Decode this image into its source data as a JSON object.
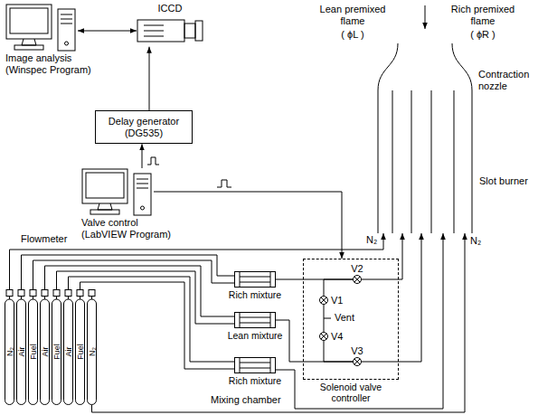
{
  "diagram": {
    "nodes": [
      {
        "text": [
          "Image analysis (Winspec Program)"
        ]
      },
      {
        "text": [
          "ICCD"
        ]
      },
      {
        "text": [
          "Delay generator (DG535)"
        ]
      },
      {
        "text": [
          "Valve control (LabVIEW Program)"
        ]
      },
      {
        "text": [
          "Solenoid valve controller"
        ]
      },
      {
        "text": [
          "V2"
        ],
        "in": 4
      },
      {
        "text": [
          "V1"
        ],
        "in": 4
      },
      {
        "text": [
          "V4"
        ],
        "in": 4
      },
      {
        "text": [
          "V3"
        ],
        "in": 4
      },
      {
        "text": [
          "Slot burner"
        ]
      },
      {
        "text": [
          "Rich mixture"
        ]
      },
      {
        "text": [
          "Lean mixture"
        ]
      },
      {
        "text": [
          "Rich mixture"
        ]
      },
      {
        "text": [
          "N₂"
        ]
      },
      {
        "text": [
          "Air"
        ]
      },
      {
        "text": [
          "Fuel"
        ]
      },
      {
        "text": [
          "Air"
        ]
      },
      {
        "text": [
          "Fuel"
        ]
      },
      {
        "text": [
          "Air"
        ]
      },
      {
        "text": [
          "Fuel"
        ]
      },
      {
        "text": [
          "N₂"
        ]
      }
    ],
    "edges": [
      {
        "from": 0,
        "to": 1,
        "arrow": "both"
      },
      {
        "from": 2,
        "to": 1,
        "arrow": "to"
      },
      {
        "from": 3,
        "to": 2,
        "arrow": "to"
      },
      {
        "from": 3,
        "to": 4,
        "arrow": "to"
      },
      {
        "from": 14,
        "to": 10,
        "arrow": "none"
      },
      {
        "from": 15,
        "to": 10,
        "arrow": "none"
      },
      {
        "from": 16,
        "to": 11,
        "arrow": "none"
      },
      {
        "from": 17,
        "to": 11,
        "arrow": "none"
      },
      {
        "from": 18,
        "to": 12,
        "arrow": "none"
      },
      {
        "from": 19,
        "to": 12,
        "arrow": "none"
      },
      {
        "from": 10,
        "to": 5,
        "arrow": "none"
      },
      {
        "from": 5,
        "to": 6,
        "arrow": "none"
      },
      {
        "from": 6,
        "to": 7,
        "arrow": "none"
      },
      {
        "from": 7,
        "to": 8,
        "arrow": "none"
      },
      {
        "from": 11,
        "to": 8,
        "arrow": "none"
      },
      {
        "from": 5,
        "to": 9,
        "arrow": "to"
      },
      {
        "from": 8,
        "to": 9,
        "arrow": "to"
      },
      {
        "from": 12,
        "to": 9,
        "arrow": "to"
      },
      {
        "from": 13,
        "to": 9,
        "arrow": "to"
      },
      {
        "from": 20,
        "to": 9,
        "arrow": "to"
      }
    ],
    "labels": [
      "Lean premixed flame",
      "( ϕL )",
      "Rich premixed flame",
      "( ϕR )",
      "Contraction nozzle",
      "N₂",
      "N₂",
      "Vent",
      "Flowmeter",
      "Mixing chamber"
    ]
  }
}
